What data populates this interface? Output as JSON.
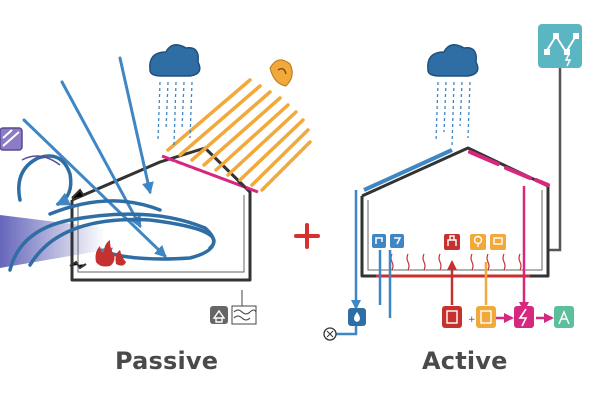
{
  "captions": {
    "passive": "Passive",
    "active": "Active"
  },
  "colors": {
    "blue": "#3e86c4",
    "orange": "#f2a93b",
    "magenta": "#d6287e",
    "red": "#c4312f",
    "teal": "#5bb6c4",
    "purple": "#7b6bb5",
    "grey": "#555555"
  },
  "icons": {
    "passive": [
      "cloud-rain-icon",
      "sun-icon",
      "solar-shading-louvers",
      "ventilation-shaft-icon",
      "thermal-mass-icon",
      "heater-fire-icon",
      "ground-insulation-icon"
    ],
    "active": [
      "cloud-rain-icon",
      "electric-grid-icon",
      "solar-thermal-collector",
      "photovoltaic-panel",
      "water-tank-icon",
      "boiler-icon",
      "battery-icon",
      "inverter-icon",
      "ev-charger-icon",
      "radiator-icon",
      "appliances-icon",
      "lighting-icon",
      "tap-icon"
    ]
  },
  "plus_sign": "+"
}
